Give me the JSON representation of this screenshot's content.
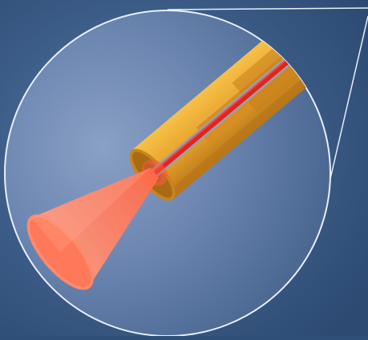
{
  "diagram": {
    "subject": "fiber-optic-probe-magnified-view",
    "colors": {
      "background": "#2f4f78",
      "background_light": "#5b7aa6",
      "lens_fill": "#6f88b3",
      "outline": "#e9eef6",
      "tube_dark": "#b8761a",
      "tube_mid": "#e29a22",
      "tube_light": "#f6c14a",
      "fiber_core": "#e0241e",
      "fiber_cladding": "#8fa3b5",
      "beam": "#ff7a5c",
      "beam_light": "#ffb09a"
    },
    "icons": [
      "magnifier-callout",
      "ferrule-tube",
      "optical-fiber",
      "light-cone"
    ]
  }
}
